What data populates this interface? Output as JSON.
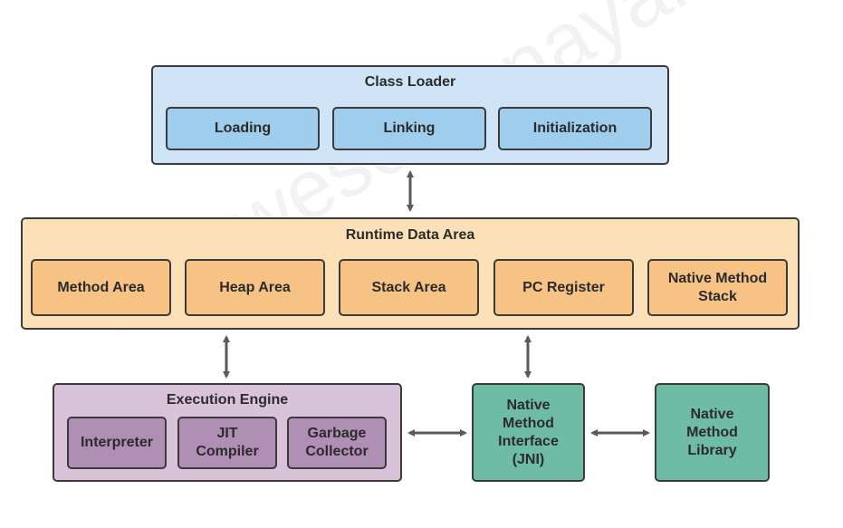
{
  "class_loader": {
    "title": "Class Loader",
    "items": [
      "Loading",
      "Linking",
      "Initialization"
    ]
  },
  "runtime_data_area": {
    "title": "Runtime Data Area",
    "items": [
      "Method Area",
      "Heap Area",
      "Stack Area",
      "PC Register",
      "Native Method\nStack"
    ]
  },
  "execution_engine": {
    "title": "Execution Engine",
    "items": [
      "Interpreter",
      "JIT\nCompiler",
      "Garbage\nCollector"
    ]
  },
  "jni": {
    "label": "Native\nMethod\nInterface\n(JNI)"
  },
  "native_library": {
    "label": "Native\nMethod\nLibrary"
  },
  "watermark": "theawesomenayak",
  "colors": {
    "class_loader_bg": "#cfe5f7",
    "class_loader_item": "#9fcdee",
    "runtime_bg": "#fbe0b8",
    "runtime_item": "#f6c385",
    "engine_bg": "#d8c3d8",
    "engine_item": "#b08fb4",
    "native_bg": "#6fbca6",
    "arrow": "#5a5a5a"
  }
}
